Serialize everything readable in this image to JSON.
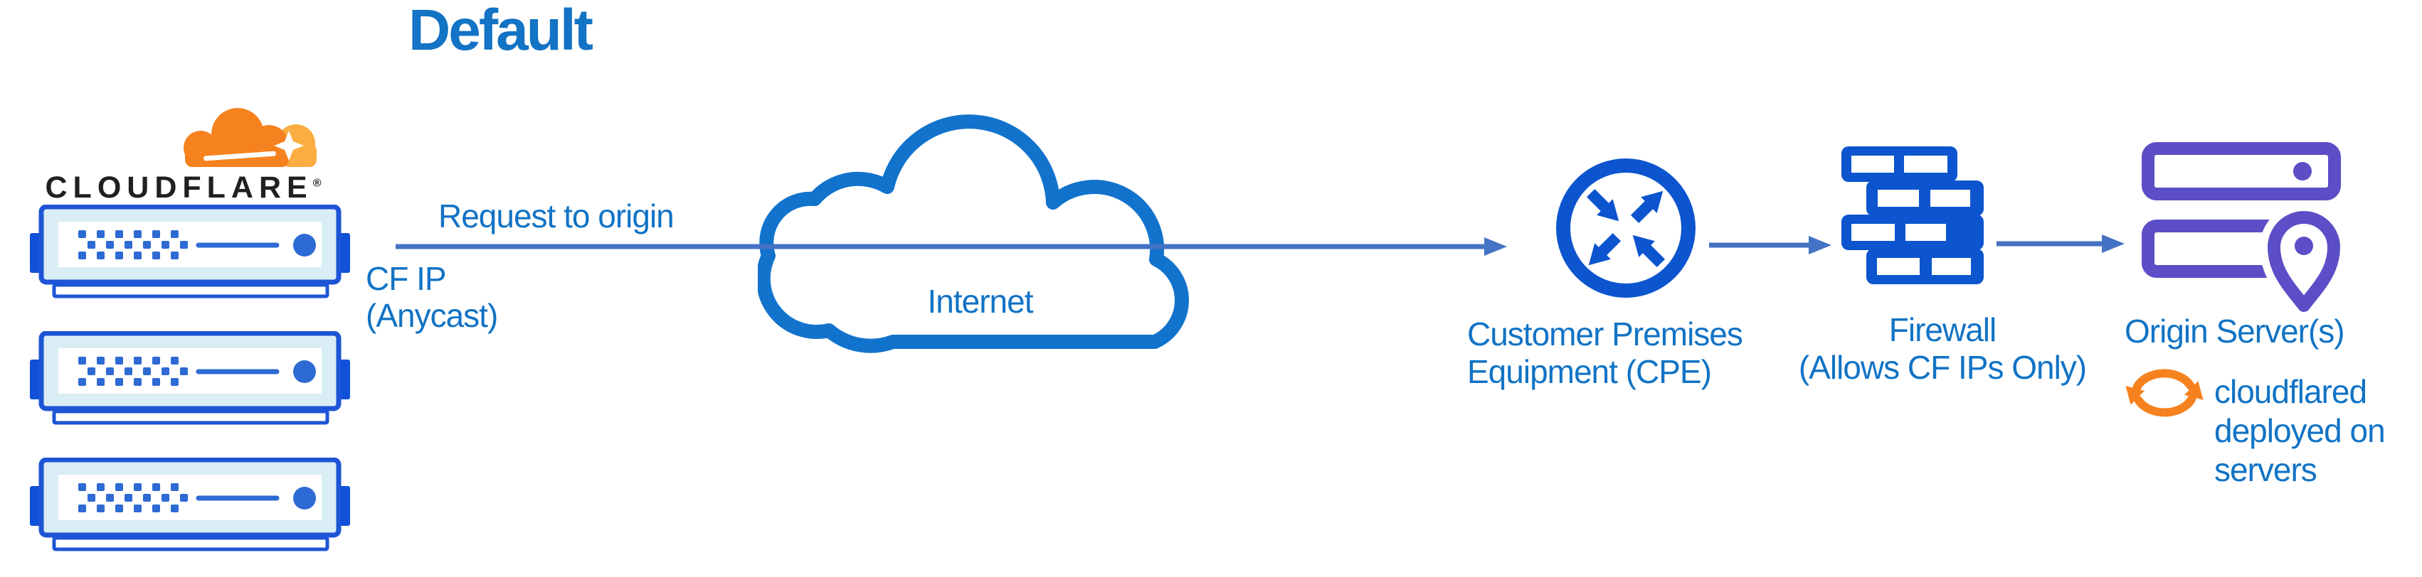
{
  "title": "Default",
  "palette": {
    "label_blue": "#1173c5",
    "title_blue": "#1373c5",
    "arrow_slate_blue": "#4472c4",
    "icon_strong_blue": "#0d55cf",
    "internet_cloud_blue": "#1273cc",
    "server_border_blue": "#1e55d6",
    "server_tab_blue": "#1150d8",
    "server_dot_blue": "#2e6ad3",
    "server_fill_light": "#d9edf4",
    "origin_purple": "#5b4ec6",
    "cloudflare_orange": "#f6821f",
    "cloudflare_orange_light": "#fbad41",
    "wordmark_dark": "#202020"
  },
  "cloudflare": {
    "wordmark": "CLOUDFLARE",
    "registered_mark": "®"
  },
  "edge": {
    "request_label": "Request to origin",
    "cf_ip_line1": "CF IP",
    "cf_ip_line2": "(Anycast)"
  },
  "internet": {
    "label": "Internet"
  },
  "cpe": {
    "label_line1": "Customer Premises",
    "label_line2": "Equipment (CPE)"
  },
  "firewall": {
    "label_line1": "Firewall",
    "label_line2": "(Allows CF IPs Only)"
  },
  "origin": {
    "label": "Origin Server(s)",
    "note_line1": "cloudflared",
    "note_line2": "deployed on",
    "note_line3": "servers"
  }
}
